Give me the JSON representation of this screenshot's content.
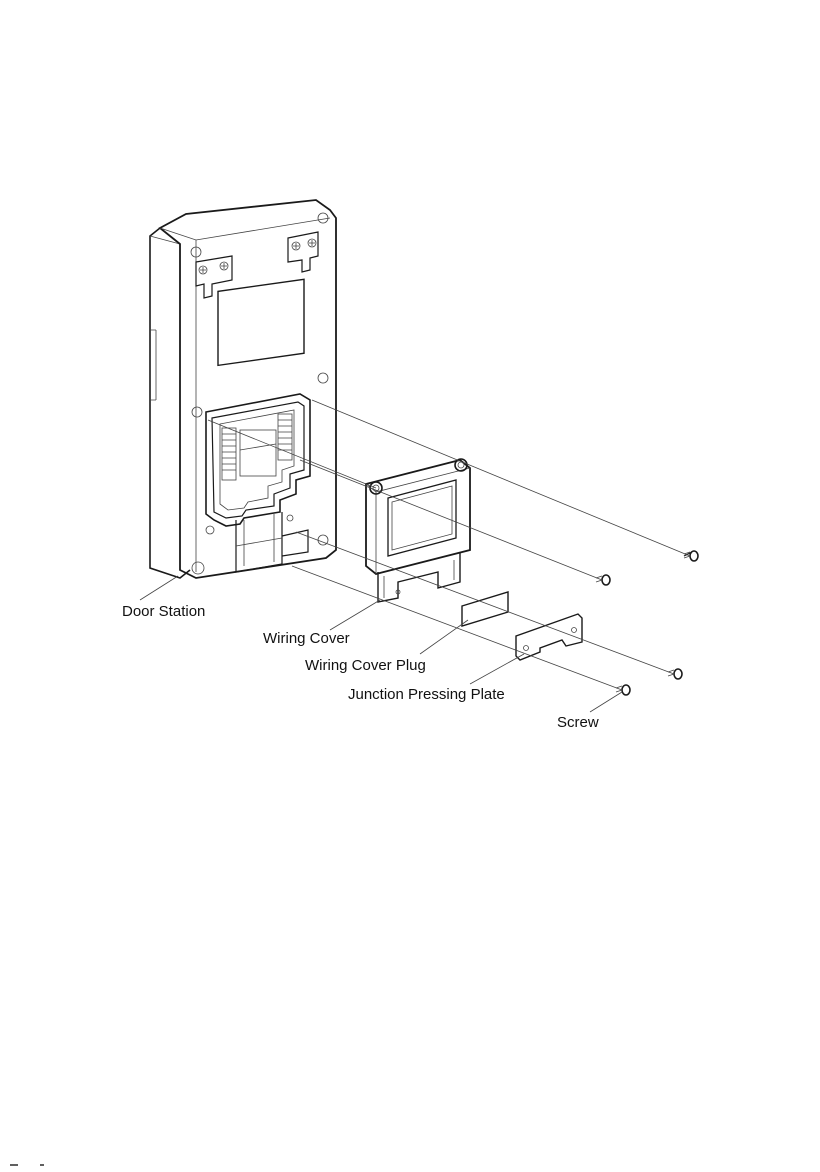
{
  "labels": {
    "door_station": "Door Station",
    "wiring_cover": "Wiring Cover",
    "wiring_cover_plug": "Wiring Cover Plug",
    "junction_pressing_plate": "Junction Pressing Plate",
    "screw": "Screw"
  }
}
